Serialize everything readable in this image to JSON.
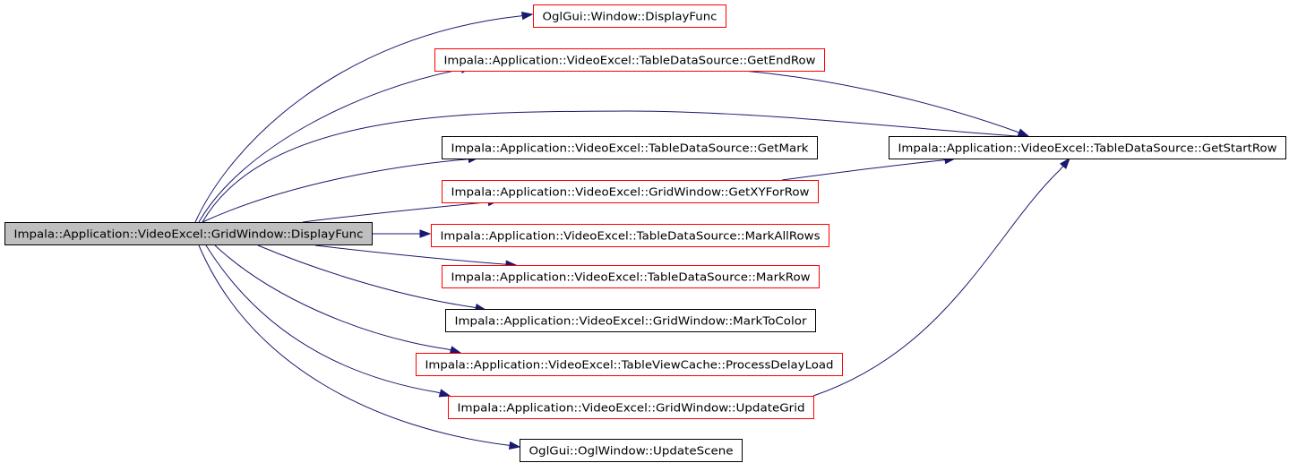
{
  "diagram": {
    "colors": {
      "edge": "#191970",
      "linked_border": "#ff0000",
      "plain_border": "#000000",
      "root_fill": "#bfbfbf",
      "node_fill": "#ffffff"
    },
    "nodes": {
      "root": {
        "label": "Impala::Application::VideoExcel::GridWindow::DisplayFunc",
        "style": "root"
      },
      "ogl_window_displayfunc": {
        "label": "OglGui::Window::DisplayFunc",
        "style": "linked"
      },
      "get_end_row": {
        "label": "Impala::Application::VideoExcel::TableDataSource::GetEndRow",
        "style": "linked"
      },
      "get_mark": {
        "label": "Impala::Application::VideoExcel::TableDataSource::GetMark",
        "style": "plain"
      },
      "get_xy_for_row": {
        "label": "Impala::Application::VideoExcel::GridWindow::GetXYForRow",
        "style": "linked"
      },
      "mark_all_rows": {
        "label": "Impala::Application::VideoExcel::TableDataSource::MarkAllRows",
        "style": "linked"
      },
      "mark_row": {
        "label": "Impala::Application::VideoExcel::TableDataSource::MarkRow",
        "style": "linked"
      },
      "mark_to_color": {
        "label": "Impala::Application::VideoExcel::GridWindow::MarkToColor",
        "style": "plain"
      },
      "process_delay_load": {
        "label": "Impala::Application::VideoExcel::TableViewCache::ProcessDelayLoad",
        "style": "linked"
      },
      "update_grid": {
        "label": "Impala::Application::VideoExcel::GridWindow::UpdateGrid",
        "style": "linked"
      },
      "update_scene": {
        "label": "OglGui::OglWindow::UpdateScene",
        "style": "plain"
      },
      "get_start_row": {
        "label": "Impala::Application::VideoExcel::TableDataSource::GetStartRow",
        "style": "plain"
      }
    },
    "edges": [
      {
        "from": "root",
        "to": "ogl_window_displayfunc"
      },
      {
        "from": "root",
        "to": "get_end_row"
      },
      {
        "from": "root",
        "to": "get_start_row"
      },
      {
        "from": "root",
        "to": "get_mark"
      },
      {
        "from": "root",
        "to": "get_xy_for_row"
      },
      {
        "from": "root",
        "to": "mark_all_rows"
      },
      {
        "from": "root",
        "to": "mark_row"
      },
      {
        "from": "root",
        "to": "mark_to_color"
      },
      {
        "from": "root",
        "to": "process_delay_load"
      },
      {
        "from": "root",
        "to": "update_grid"
      },
      {
        "from": "root",
        "to": "update_scene"
      },
      {
        "from": "get_end_row",
        "to": "get_start_row"
      },
      {
        "from": "get_xy_for_row",
        "to": "get_start_row"
      },
      {
        "from": "update_grid",
        "to": "get_start_row"
      }
    ]
  }
}
